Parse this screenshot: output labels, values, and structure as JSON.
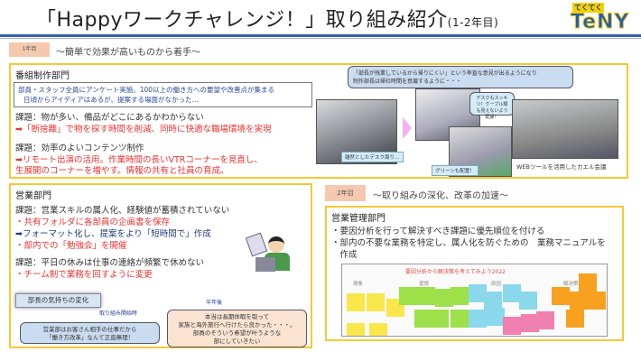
{
  "header": {
    "title": "「Happyワークチャレンジ！」取り組み紹介",
    "title_suffix": "(1-2年目)",
    "logo_top": "てくてく",
    "logo_main": "TeNY"
  },
  "year1": {
    "badge": "1年目",
    "subtitle": "～簡単で効果が高いものから着手～",
    "production": {
      "heading": "番組制作部門",
      "survey": [
        "部員・スタッフ全員にアンケート実施。100以上の働き方への要望や改善点が集まる",
        "日頃からアイディアはあるが、提案する場面がなかった…"
      ],
      "issue1": "課題：物が多い、備品がどこにあるかわからない",
      "solution1": "➡「断捨離」で物を探す時間を削減、同時に快適な職場環境を実現",
      "issue2": "課題：効率のよいコンテンツ制作",
      "solution2": [
        "➡リモート出演の活用。作業時間の長いVTRコーナーを見直し、",
        "生展開のコーナーを増やす。情報の共有と社員の育成。"
      ],
      "speech": [
        "「部長が残業しているから帰りにくい」という率直な意見が出るようになり",
        "制作部長は帰社時間を意識するように・・・"
      ],
      "photo_captions": [
        "雑然としたデスク周り…",
        "デスクもスッキリ！ケーブル類も見えないよう配慮！",
        "グリーンも配置！",
        "WEBツールを活用したカエル会議"
      ]
    },
    "sales": {
      "heading": "営業部門",
      "issue1": "課題：営業スキルの属人化、経験値が蓄積されていない",
      "items1": [
        "・共有フォルダに各部員の企画書を保存",
        "➡フォーマット化し、提案をより「短時間で」作成",
        "・部内での「勉強会」を開催"
      ],
      "issue2": "課題：平日の休みは仕事の連絡が頻繁で休めない",
      "items2": [
        "・チーム制で業務を回すように変更"
      ],
      "change_label": "部長の気持ちの変化",
      "start_label": "取り組み開始時",
      "start_quote": [
        "営業部はお客さん相手の仕事だから",
        "「働き方改革」なんて正直無理！"
      ],
      "later_label": "半年後",
      "later_quote": [
        "本当は長期休暇を取って",
        "家族と海外旅行へ行けたら良かった・・・。",
        "部員のそういう希望が叶うような",
        "部にしていきたい"
      ]
    }
  },
  "year2": {
    "badge": "2年目",
    "subtitle": "～取り組みの深化、改革の加速～",
    "heading": "営業管理部門",
    "bullets": [
      "・要因分析を行って解決すべき課題に優先順位を付ける",
      "・部内の不要な業務を特定し、属人化を防ぐための　業務マニュアルを",
      "　作成"
    ],
    "board": {
      "title": "要因分析から解決策を考えてみよう2022",
      "columns": [
        "現象",
        "習慣",
        "原因",
        "解決策"
      ]
    }
  },
  "colors": {
    "accent_border": "#f7c835",
    "rule": "#3a5fb0",
    "red_text": "#f03030",
    "badge": "#f5c9b0"
  }
}
